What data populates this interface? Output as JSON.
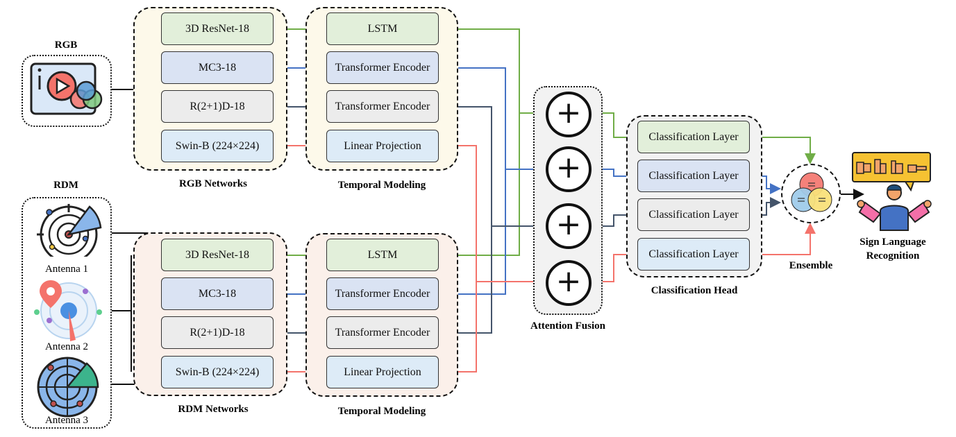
{
  "inputs": {
    "rgb_label": "RGB",
    "rdm_label": "RDM",
    "antennas": [
      "Antenna 1",
      "Antenna 2",
      "Antenna 3"
    ]
  },
  "rgb_networks": {
    "title": "RGB Networks",
    "backbones": [
      "3D ResNet-18",
      "MC3-18",
      "R(2+1)D-18",
      "Swin-B (224×224)"
    ]
  },
  "rgb_temporal": {
    "title": "Temporal Modeling",
    "modules": [
      "LSTM",
      "Transformer Encoder",
      "Transformer Encoder",
      "Linear Projection"
    ]
  },
  "rdm_networks": {
    "title": "RDM Networks",
    "backbones": [
      "3D ResNet-18",
      "MC3-18",
      "R(2+1)D-18",
      "Swin-B (224×224)"
    ]
  },
  "rdm_temporal": {
    "title": "Temporal Modeling",
    "modules": [
      "LSTM",
      "Transformer Encoder",
      "Transformer Encoder",
      "Linear Projection"
    ]
  },
  "fusion": {
    "title": "Attention Fusion",
    "symbol": "+"
  },
  "classification": {
    "title": "Classification Head",
    "layers": [
      "Classification Layer",
      "Classification Layer",
      "Classification Layer",
      "Classification Layer"
    ]
  },
  "ensemble": {
    "title": "Ensemble"
  },
  "output": {
    "title_line1": "Sign Language",
    "title_line2": "Recognition"
  },
  "colors": {
    "green": "#70ad47",
    "blue": "#4472c4",
    "navy": "#44546a",
    "red": "#f4736b",
    "green_fill": "#e2efda",
    "blue_fill": "#dae3f3",
    "grey_fill": "#ececec",
    "light_blue_fill": "#ddebf7"
  }
}
